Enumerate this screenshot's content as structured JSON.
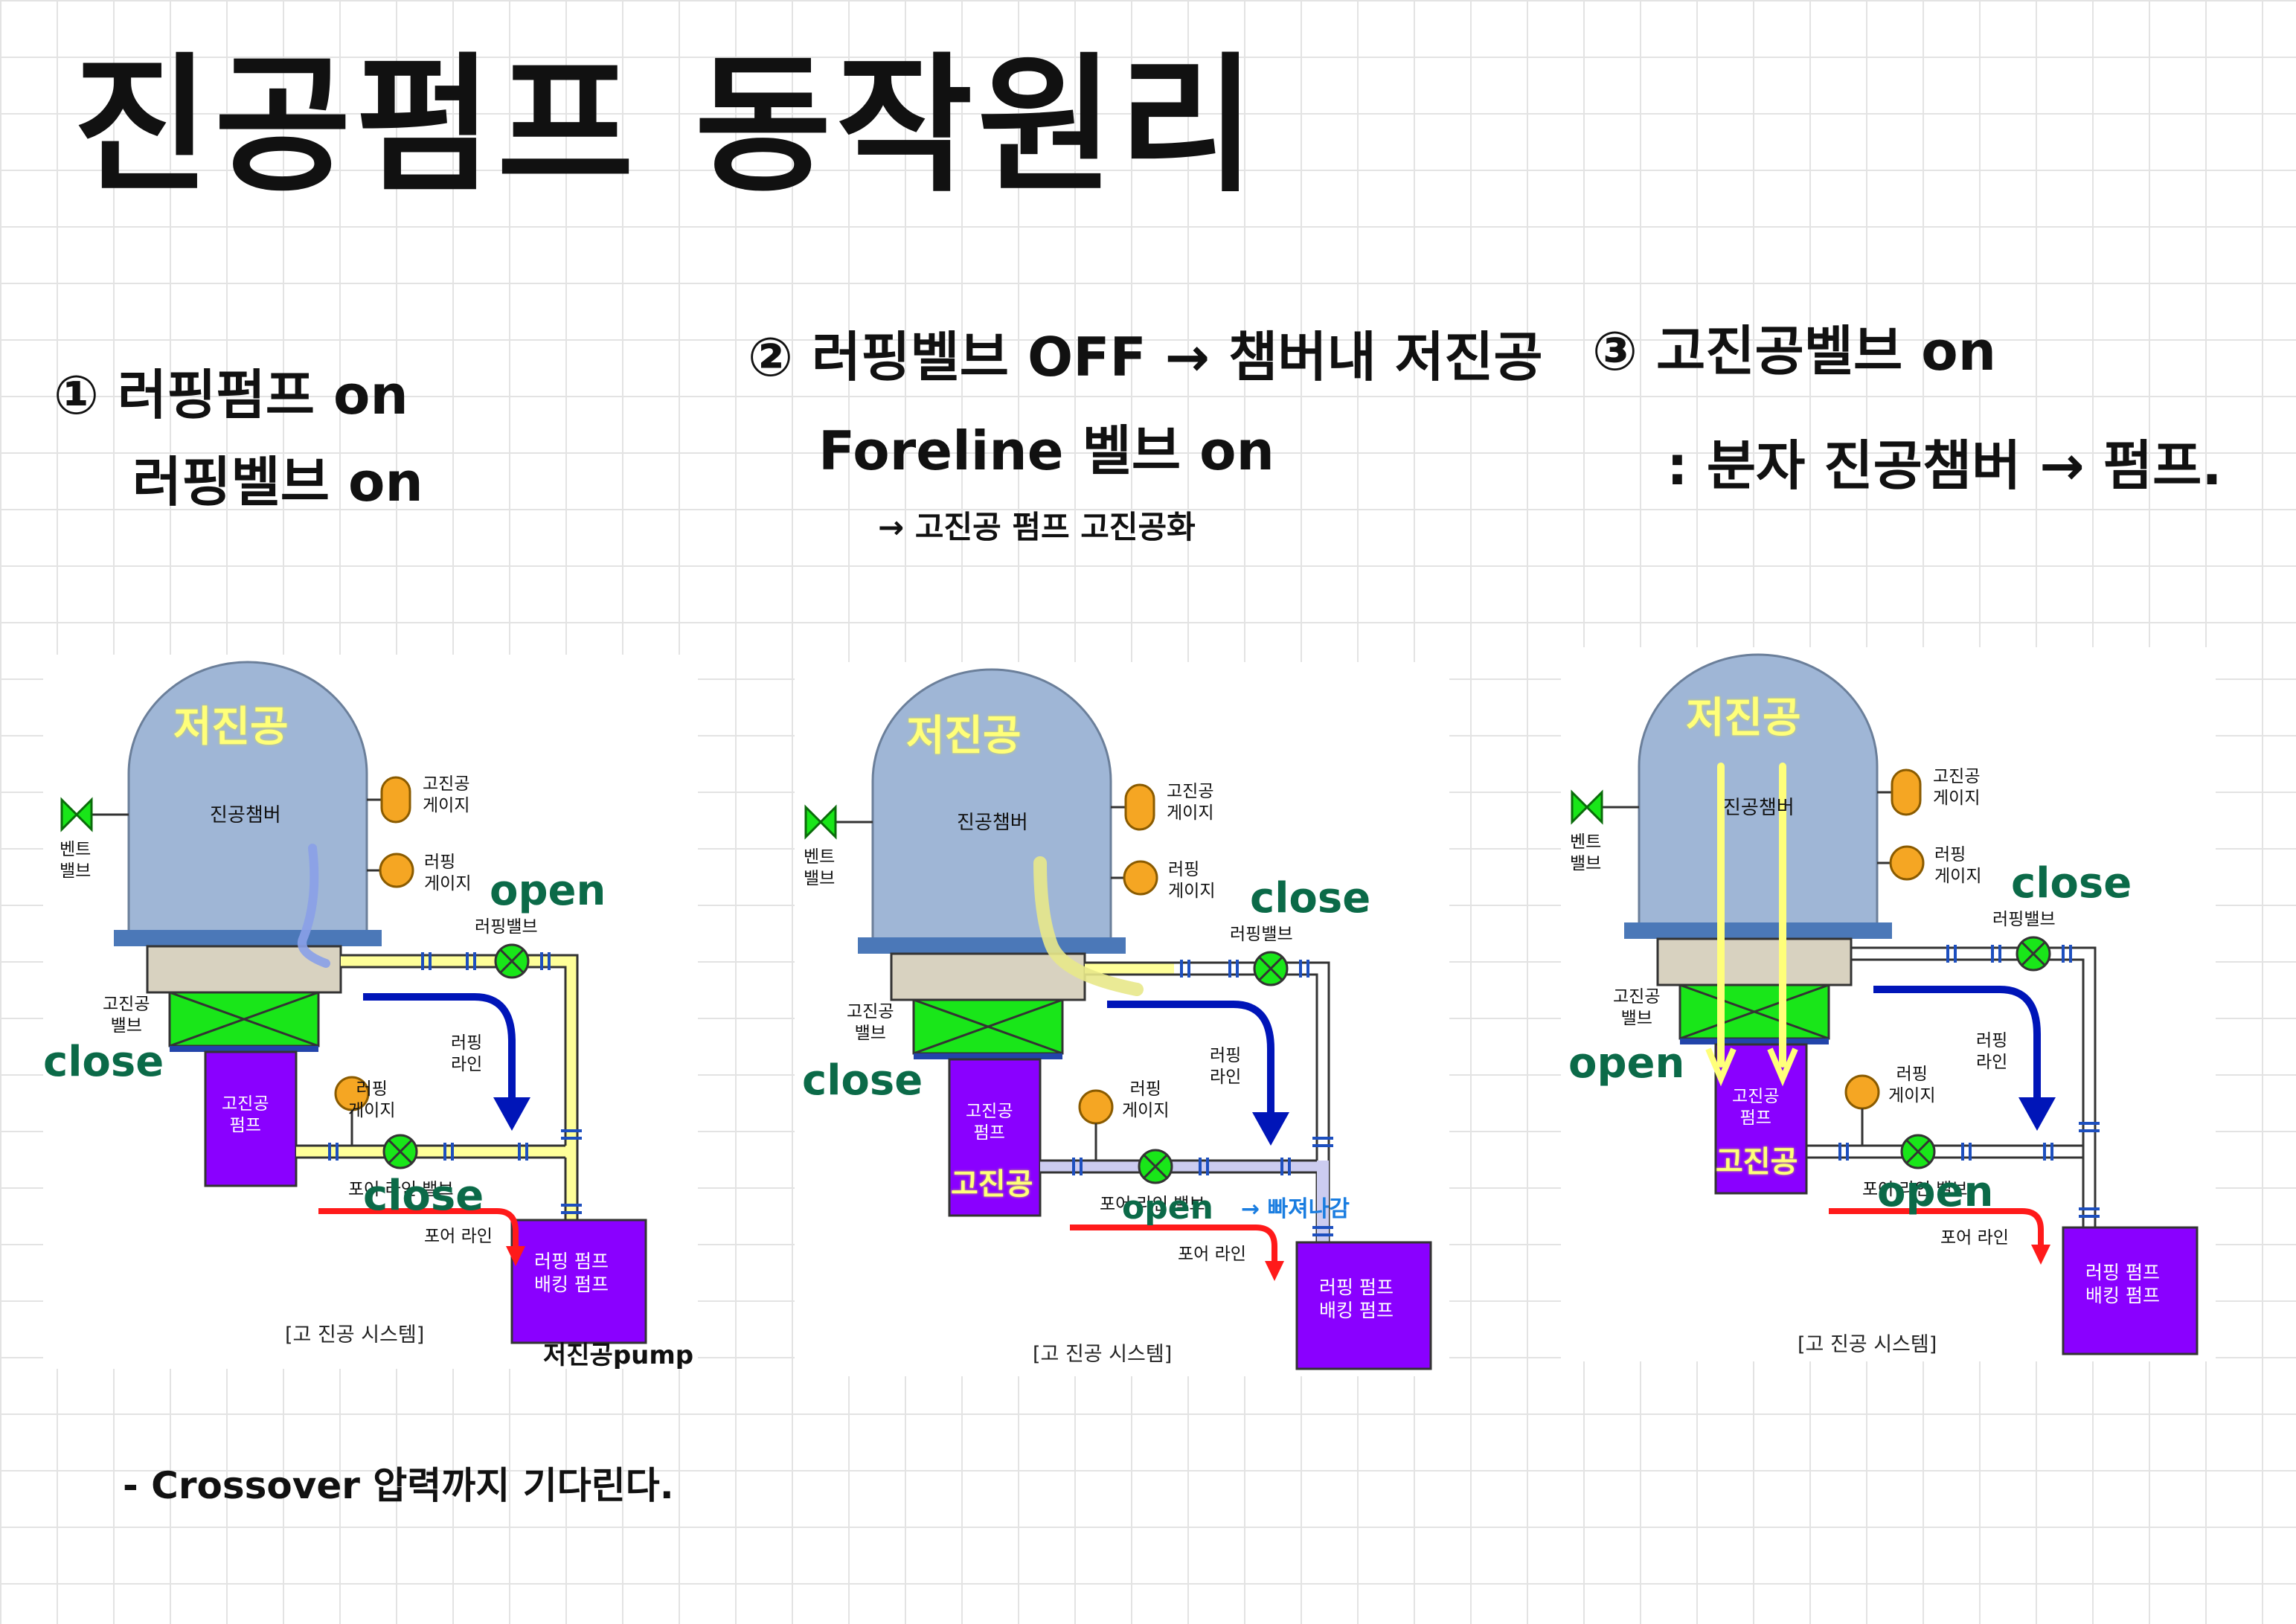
{
  "title": "진공펌프 동작원리",
  "steps": [
    {
      "line1": "① 러핑펌프 on",
      "line2": "러핑벨브 on"
    },
    {
      "line1": "② 러핑벨브 OFF → 챔버내 저진공",
      "line2": "Foreline 벨브 on",
      "line3": "→ 고진공 펌프 고진공화"
    },
    {
      "line1": "③ 고진공벨브 on",
      "line2": ": 분자 진공챔버 → 펌프."
    }
  ],
  "diagram_labels": {
    "chamber": "진공챔버",
    "hv_gauge": "고진공\n게이지",
    "rough_gauge": "러핑\n게이지",
    "vent_valve": "벤트\n밸브",
    "roughing_valve": "러핑밸브",
    "hv_valve": "고진공\n밸브",
    "rough_line": "러핑\n라인",
    "hv_pump": "고진공\n펌프",
    "fore_valve": "포어 라인 밸브",
    "fore_line": "포어 라인",
    "backing_pump": "러핑 펌프\n배킹 펌프",
    "caption": "[고 진공 시스템]"
  },
  "panel_notes": [
    {
      "chamber": "저진공",
      "roughing": "open",
      "hv_valve": "close",
      "foreline": "close",
      "extra": "저진공pump"
    },
    {
      "chamber": "저진공",
      "roughing": "close",
      "hv_valve": "close",
      "foreline": "open",
      "pump": "고진공",
      "flow": "→ 빠져나감"
    },
    {
      "chamber": "저진공",
      "roughing": "close",
      "hv_valve": "open",
      "foreline": "open",
      "pump": "고진공"
    }
  ],
  "bottom_note": "- Crossover 압력까지 기다린다.",
  "colors": {
    "chamber": "#9fb6d6",
    "hv_valve": "#19e619",
    "pump": "#8a00ff",
    "arrow_blue": "#0015b8",
    "arrow_red": "#ff1a1a",
    "note_green": "#0b6a48",
    "note_yellow": "#ffff7a"
  }
}
